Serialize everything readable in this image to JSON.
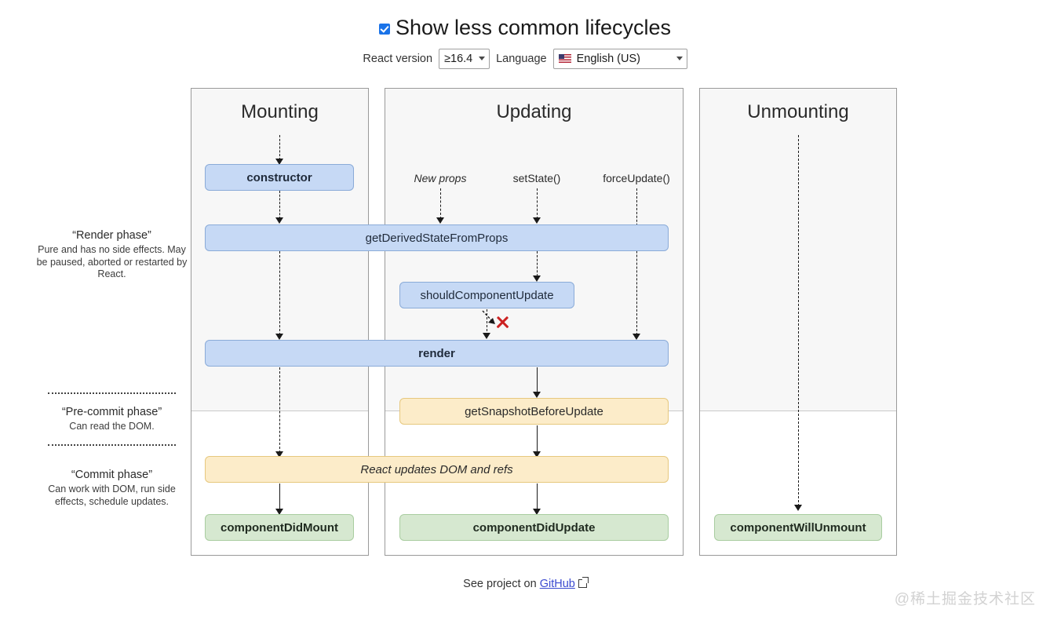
{
  "header": {
    "title": "Show less common lifecycles",
    "checkbox_checked": true,
    "react_version_label": "React version",
    "react_version_value": "≥16.4",
    "language_label": "Language",
    "language_value": "English (US)"
  },
  "phases": [
    {
      "title": "“Render phase”",
      "desc": "Pure and has no side effects. May be paused, aborted or restarted by React."
    },
    {
      "title": "“Pre-commit phase”",
      "desc": "Can read the DOM."
    },
    {
      "title": "“Commit phase”",
      "desc": "Can work with DOM, run side effects, schedule updates."
    }
  ],
  "columns": {
    "mounting": "Mounting",
    "updating": "Updating",
    "unmounting": "Unmounting"
  },
  "triggers": {
    "new_props": "New props",
    "set_state": "setState()",
    "force_update": "forceUpdate()"
  },
  "lifecycles": {
    "constructor": "constructor",
    "get_derived_state_from_props": "getDerivedStateFromProps",
    "should_component_update": "shouldComponentUpdate",
    "render": "render",
    "get_snapshot_before_update": "getSnapshotBeforeUpdate",
    "react_updates_dom": "React updates DOM and refs",
    "component_did_mount": "componentDidMount",
    "component_did_update": "componentDidUpdate",
    "component_will_unmount": "componentWillUnmount"
  },
  "footer": {
    "text": "See project on",
    "link": "GitHub",
    "watermark": "@稀土掘金技术社区"
  },
  "colors": {
    "blue_fill": "#c6d9f5",
    "blue_border": "#8aabd8",
    "orange_fill": "#fcecc9",
    "orange_border": "#e6c87e",
    "green_fill": "#d6e8d0",
    "green_border": "#a9cda0",
    "red_x": "#cc2222",
    "link": "#3b4ad0",
    "band": "#f7f7f7"
  }
}
